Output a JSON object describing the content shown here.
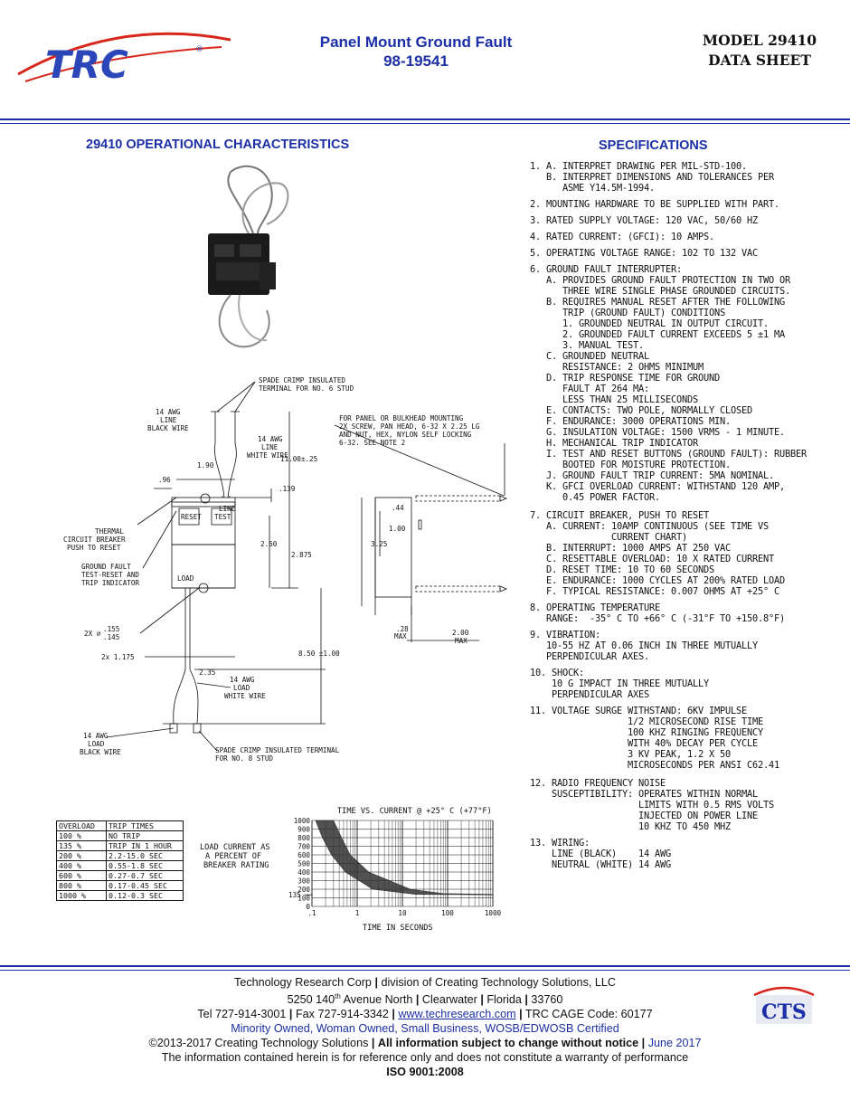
{
  "colors": {
    "brand_blue": "#1c2fa6",
    "logo_red": "#d9261c"
  },
  "header": {
    "logo_text": "TRC",
    "title_line1": "Panel Mount Ground Fault",
    "title_line2": "98-19541",
    "model_line1": "MODEL 29410",
    "model_line2": "DATA SHEET"
  },
  "left": {
    "heading": "29410 OPERATIONAL CHARACTERISTICS"
  },
  "right": {
    "heading": "SPECIFICATIONS"
  },
  "drawing": {
    "spade6": "SPADE CRIMP INSULATED",
    "spade6b": "TERMINAL FOR NO. 6 STUD",
    "line_wire1": "14 AWG",
    "line_wire2": "LINE",
    "line_wire3": "BLACK WIRE",
    "white_line1": "14 AWG",
    "white_line2": "LINE",
    "white_line3": "WHITE WIRE",
    "mount1": "FOR PANEL OR BULKHEAD MOUNTING",
    "mount2": "2X SCREW, PAN HEAD, 6-32 X 2.25 LG",
    "mount3": "AND NUT, HEX, NYLON SELF LOCKING",
    "mount4": "6-32.  SEE NOTE 2",
    "d_1100": "11.00±.25",
    "d_190": "1.90",
    "d_96": ".96",
    "d_139": ".139",
    "reset": "RESET",
    "test": "TEST",
    "line_lbl": "LINE",
    "load_lbl": "LOAD",
    "thermal1": "THERMAL",
    "thermal2": "CIRCUIT BREAKER",
    "thermal3": "PUSH TO RESET",
    "gf1": "GROUND FAULT",
    "gf2": "TEST-RESET AND",
    "gf3": "TRIP INDICATOR",
    "d_260": "2.60",
    "d_2875": "2.875",
    "d_44": ".44",
    "d_100": "1.00",
    "d_325": "3.25",
    "d_2x155": "2X ⌀",
    "d_155": ".155",
    "d_145": ".145",
    "d_28": ".28",
    "d_max1": "MAX",
    "d_200": "2.00",
    "d_max2": "MAX",
    "d_2x1175": "2x 1.175",
    "d_850": "8.50 ±1.00",
    "d_235": "2.35",
    "load_w1": "14 AWG",
    "load_w2": "LOAD",
    "load_w3": "WHITE WIRE",
    "load_b1": "14 AWG",
    "load_b2": "LOAD",
    "load_b3": "BLACK WIRE",
    "spade8": "SPADE CRIMP INSULATED TERMINAL",
    "spade8b": "FOR NO. 8 STUD"
  },
  "overload_table": {
    "headers": [
      "OVERLOAD",
      "TRIP TIMES"
    ],
    "rows": [
      [
        "100 %",
        "NO TRIP"
      ],
      [
        "135 %",
        "TRIP IN 1 HOUR"
      ],
      [
        "200 %",
        "2.2-15.0 SEC"
      ],
      [
        "400 %",
        "0.55-1.8 SEC"
      ],
      [
        "600 %",
        "0.27-0.7 SEC"
      ],
      [
        "800 %",
        "0.17-0.45 SEC"
      ],
      [
        "1000 %",
        "0.12-0.3 SEC"
      ]
    ]
  },
  "chart_data": {
    "type": "area",
    "title": "TIME VS. CURRENT @ +25° C (+77°F)",
    "xlabel": "TIME IN SECONDS",
    "ylabel": "LOAD CURRENT AS A PERCENT OF BREAKER RATING",
    "ylabel_lines": [
      "LOAD CURRENT AS",
      "A PERCENT OF",
      "BREAKER RATING"
    ],
    "x_scale": "log",
    "xlim": [
      0.1,
      1000
    ],
    "x_ticks": [
      ".1",
      "1",
      "10",
      "100",
      "1000"
    ],
    "ylim": [
      0,
      1000
    ],
    "y_ticks": [
      "1000",
      "900",
      "800",
      "700",
      "600",
      "500",
      "400",
      "300",
      "200",
      "100",
      "0"
    ],
    "y_marker": "135",
    "grid": true,
    "series": [
      {
        "values_lower": [
          [
            0.12,
            1000
          ],
          [
            0.17,
            800
          ],
          [
            0.27,
            600
          ],
          [
            0.55,
            400
          ],
          [
            2.2,
            200
          ],
          [
            20,
            140
          ],
          [
            1000,
            135
          ]
        ],
        "values_upper": [
          [
            0.3,
            1000
          ],
          [
            0.45,
            800
          ],
          [
            0.7,
            600
          ],
          [
            1.8,
            400
          ],
          [
            15,
            200
          ],
          [
            80,
            150
          ],
          [
            1000,
            140
          ]
        ]
      }
    ]
  },
  "specs": [
    "1. A. INTERPRET DRAWING PER MIL-STD-100.",
    "   B. INTERPRET DIMENSIONS AND TOLERANCES PER",
    "      ASME Y14.5M-1994.",
    "2. MOUNTING HARDWARE TO BE SUPPLIED WITH PART.",
    "3. RATED SUPPLY VOLTAGE: 120 VAC, 50/60 HZ",
    "4. RATED CURRENT: (GFCI): 10 AMPS.",
    "5. OPERATING VOLTAGE RANGE: 102 TO 132 VAC",
    "6. GROUND FAULT INTERRUPTER:",
    "   A. PROVIDES GROUND FAULT PROTECTION IN TWO OR",
    "      THREE WIRE SINGLE PHASE GROUNDED CIRCUITS.",
    "   B. REQUIRES MANUAL RESET AFTER THE FOLLOWING",
    "      TRIP (GROUND FAULT) CONDITIONS",
    "      1. GROUNDED NEUTRAL IN OUTPUT CIRCUIT.",
    "      2. GROUNDED FAULT CURRENT EXCEEDS 5 ±1 MA",
    "      3. MANUAL TEST.",
    "   C. GROUNDED NEUTRAL",
    "      RESISTANCE: 2 OHMS MINIMUM",
    "   D. TRIP RESPONSE TIME FOR GROUND",
    "      FAULT AT 264 MA:",
    "      LESS THAN 25 MILLISECONDS",
    "   E. CONTACTS: TWO POLE, NORMALLY CLOSED",
    "   F. ENDURANCE: 3000 OPERATIONS MIN.",
    "   G. INSULATION VOLTAGE: 1500 VRMS - 1 MINUTE.",
    "   H. MECHANICAL TRIP INDICATOR",
    "   I. TEST AND RESET BUTTONS (GROUND FAULT): RUBBER",
    "      BOOTED FOR MOISTURE PROTECTION.",
    "   J. GROUND FAULT TRIP CURRENT: 5MA NOMINAL.",
    "   K. GFCI OVERLOAD CURRENT: WITHSTAND 120 AMP,",
    "      0.45 POWER FACTOR.",
    "7. CIRCUIT BREAKER, PUSH TO RESET",
    "   A. CURRENT: 10AMP CONTINUOUS (SEE TIME VS",
    "               CURRENT CHART)",
    "   B. INTERRUPT: 1000 AMPS AT 250 VAC",
    "   C. RESETTABLE OVERLOAD: 10 X RATED CURRENT",
    "   D. RESET TIME: 10 TO 60 SECONDS",
    "   E. ENDURANCE: 1000 CYCLES AT 200% RATED LOAD",
    "   F. TYPICAL RESISTANCE: 0.007 OHMS AT +25° C",
    "8. OPERATING TEMPERATURE",
    "   RANGE:  -35° C TO +66° C (-31°F TO +150.8°F)",
    "9. VIBRATION:",
    "   10-55 HZ AT 0.06 INCH IN THREE MUTUALLY",
    "   PERPENDICULAR AXES.",
    "10. SHOCK:",
    "    10 G IMPACT IN THREE MUTUALLY",
    "    PERPENDICULAR AXES",
    "11. VOLTAGE SURGE WITHSTAND: 6KV IMPULSE",
    "                  1/2 MICROSECOND RISE TIME",
    "                  100 KHZ RINGING FREQUENCY",
    "                  WITH 40% DECAY PER CYCLE",
    "                  3 KV PEAK, 1.2 X 50",
    "                  MICROSECONDS PER ANSI C62.41",
    "12. RADIO FREQUENCY NOISE",
    "    SUSCEPTIBILITY: OPERATES WITHIN NORMAL",
    "                    LIMITS WITH 0.5 RMS VOLTS",
    "                    INJECTED ON POWER LINE",
    "                    10 KHZ TO 450 MHZ",
    "13. WIRING:",
    "    LINE (BLACK)    14 AWG",
    "    NEUTRAL (WHITE) 14 AWG"
  ],
  "footer": {
    "line1a": "Technology Research Corp",
    "line1b": "division of Creating Technology Solutions, LLC",
    "line2a": "5250 140",
    "line2sup": "th",
    "line2b": " Avenue North",
    "line2c": "Clearwater",
    "line2d": "Florida",
    "line2e": "33760",
    "tel": "Tel 727-914-3001",
    "fax": "Fax 727-914-3342",
    "url": "www.techresearch.com",
    "cage": "TRC CAGE Code: 60177",
    "minority": "Minority Owned, Woman Owned, Small Business, WOSB/EDWOSB Certified",
    "copy": "©2013-2017 Creating Technology Solutions",
    "subject": "All information subject to change without notice",
    "date": "June 2017",
    "disclaimer": "The information contained herein is for reference only and does not constitute a warranty of performance",
    "iso": "ISO 9001:2008",
    "cts_logo": "CTS"
  }
}
